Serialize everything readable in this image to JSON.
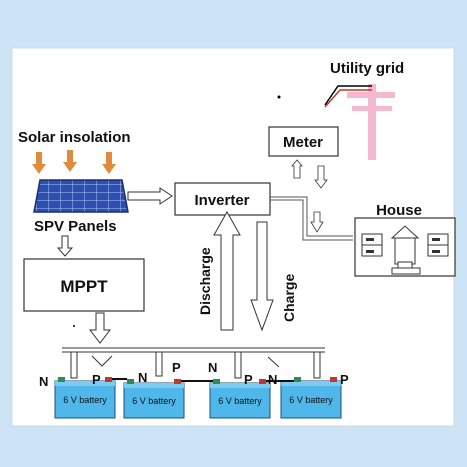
{
  "colors": {
    "background": "#cde3f6",
    "panel": "#ffffff",
    "battery": "#4fb7ea",
    "battery_top": "#7fcaf0",
    "solar_blue": "#2e4fb0",
    "arrow_orange": "#e08a3c",
    "pole": "#f4b8cf",
    "terminal_red": "#c0392b",
    "terminal_green": "#2e8b57"
  },
  "labels": {
    "utility_grid": "Utility grid",
    "solar_insolation": "Solar insolation",
    "meter": "Meter",
    "inverter": "Inverter",
    "spv_panels": "SPV Panels",
    "house": "House",
    "mppt": "MPPT",
    "discharge": "Discharge",
    "charge": "Charge"
  },
  "batteries": [
    {
      "label": "6 V battery",
      "left_terminal": "N",
      "right_terminal": "P"
    },
    {
      "label": "6 V battery",
      "left_terminal": "N",
      "right_terminal": "P"
    },
    {
      "label": "6 V battery",
      "left_terminal": "N",
      "right_terminal": "P"
    },
    {
      "label": "6 V battery",
      "left_terminal": "N",
      "right_terminal": "P"
    }
  ]
}
